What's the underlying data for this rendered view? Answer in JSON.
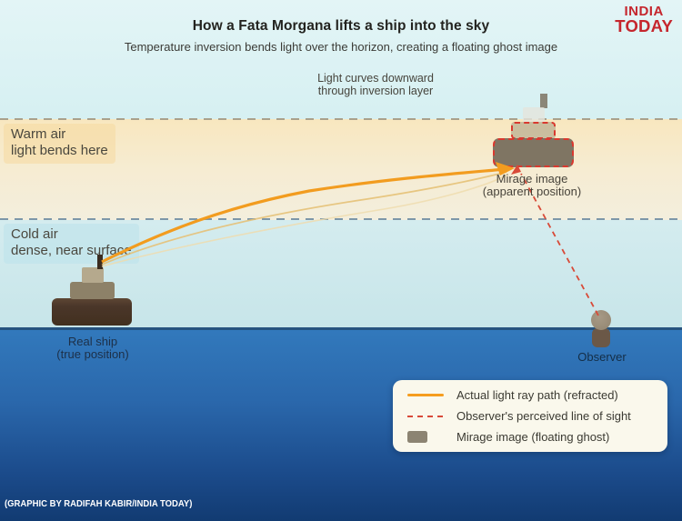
{
  "header": {
    "title": "How a Fata Morgana lifts a ship into the sky",
    "subtitle": "Temperature inversion bends light over the horizon, creating a floating ghost image",
    "logo": {
      "line1": "INDIA",
      "line2": "TODAY",
      "color": "#c5262d"
    }
  },
  "diagram": {
    "inversion_annotation": {
      "line1": "Light curves downward",
      "line2": "through inversion layer"
    },
    "warm_layer_label": {
      "line1": "Warm air",
      "line2": "light bends here"
    },
    "cold_layer_label": {
      "line1": "Cold air",
      "line2": "dense, near surface"
    },
    "real_ship_label": {
      "line1": "Real ship",
      "line2": "(true position)"
    },
    "mirage_label": {
      "line1": "Mirage image",
      "line2": "(apparent position)"
    },
    "observer_label": "Observer",
    "colors": {
      "ray_orange": "#f29c1f",
      "ray_orange_faint": "#e6c177",
      "ray_orange_faintest": "#eedcae",
      "sight_line_red": "#d84a38",
      "mirage_outline_red": "#d9392f",
      "sky": "#dcf2f4",
      "warm_band": "#f7e7c3",
      "cold_band": "#cde9ed",
      "sea_top": "#3279bc",
      "sea_bottom": "#123b72",
      "real_ship_hull": "#4a3629",
      "observer_brown": "#6b5847"
    }
  },
  "legend": {
    "items": [
      {
        "swatch": "orange-solid-line",
        "label": "Actual light ray path (refracted)"
      },
      {
        "swatch": "red-dashed-line",
        "label": "Observer's perceived line of sight"
      },
      {
        "swatch": "gray-rect",
        "label": "Mirage image (floating ghost)"
      }
    ]
  },
  "footer": {
    "credit": "(GRAPHIC BY RADIFAH KABIR/INDIA TODAY)"
  }
}
